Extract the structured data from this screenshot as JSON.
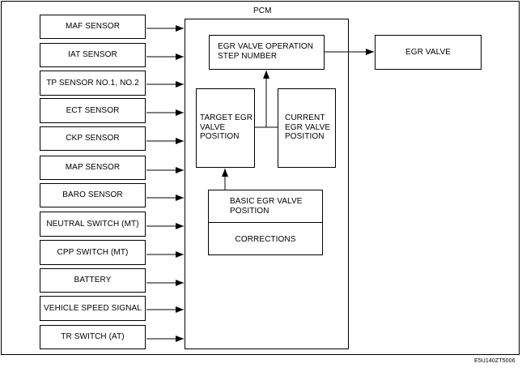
{
  "diagram": {
    "pcm_label": "PCM",
    "inputs": [
      "MAF SENSOR",
      "IAT SENSOR",
      "TP SENSOR NO.1, NO.2",
      "ECT SENSOR",
      "CKP SENSOR",
      "MAP SENSOR",
      "BARO SENSOR",
      "NEUTRAL SWITCH (MT)",
      "CPP SWITCH (MT)",
      "BATTERY",
      "VEHICLE SPEED SIGNAL",
      "TR SWITCH (AT)"
    ],
    "egr_operation": {
      "line1": "EGR VALVE OPERATION",
      "line2": "STEP NUMBER"
    },
    "target_position": {
      "line1": "TARGET EGR",
      "line2": "VALVE",
      "line3": "POSITION"
    },
    "current_position": {
      "line1": "CURRENT",
      "line2": "EGR VALVE",
      "line3": "POSITION"
    },
    "basic_position": {
      "line1": "BASIC EGR VALVE",
      "line2": "POSITION"
    },
    "corrections": "CORRECTIONS",
    "egr_valve": "EGR VALVE",
    "figure_code": "E5U140ZT5006"
  }
}
